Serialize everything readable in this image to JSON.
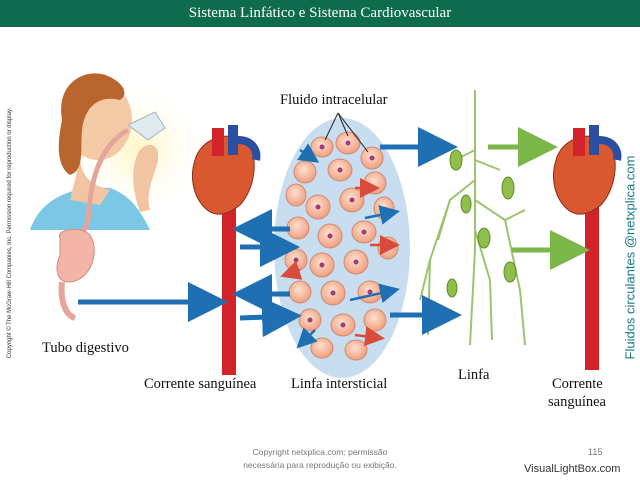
{
  "title": "Sistema Linfático e Sistema Cardiovascular",
  "labels": {
    "intracellular_fluid": "Fluido intracelular",
    "digestive_tube": "Tubo digestivo",
    "bloodstream_left": "Corrente sanguínea",
    "interstitial_lymph": "Linfa intersticial",
    "lymph": "Linfa",
    "bloodstream_right_line1": "Corrente",
    "bloodstream_right_line2": "sanguínea"
  },
  "side_copyright": "Copyright © The McGraw-Hill Companies, Inc. Permission required for reproduction or display.",
  "side_watermark": "Fluidos circulantes @netxplica.com",
  "footer": {
    "line1": "Copyright netxplica.com: permissão",
    "line2": "necessária para reprodução ou exibição.",
    "page_number": "115",
    "brand": "VisualLightBox.com"
  },
  "colors": {
    "title_bar": "#0f6b4d",
    "artery_red": "#d2232a",
    "arrow_blue": "#1f6fb3",
    "arrow_green": "#7ab648",
    "cell_fill": "#f4b79a"
  }
}
